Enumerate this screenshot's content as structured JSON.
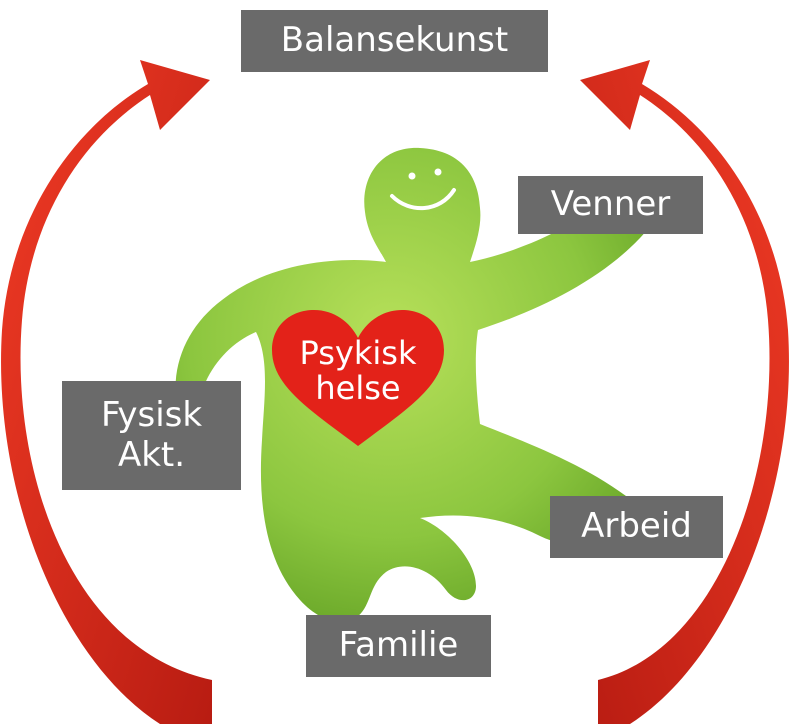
{
  "center": {
    "label": "Psykisk\nhelse"
  },
  "labels": {
    "top": "Balansekunst",
    "right_upper": "Venner",
    "left": "Fysisk\nAkt.",
    "right_lower": "Arbeid",
    "bottom": "Familie"
  },
  "colors": {
    "arrow": "#e2281b",
    "label_box": "#6a6a6a",
    "label_text": "#ffffff",
    "figure": "#8cc63f",
    "heart": "#e32219"
  },
  "icons": {
    "figure": "smiling-green-figure-icon",
    "heart": "heart-icon",
    "arrows": "curved-arrow-icon"
  }
}
